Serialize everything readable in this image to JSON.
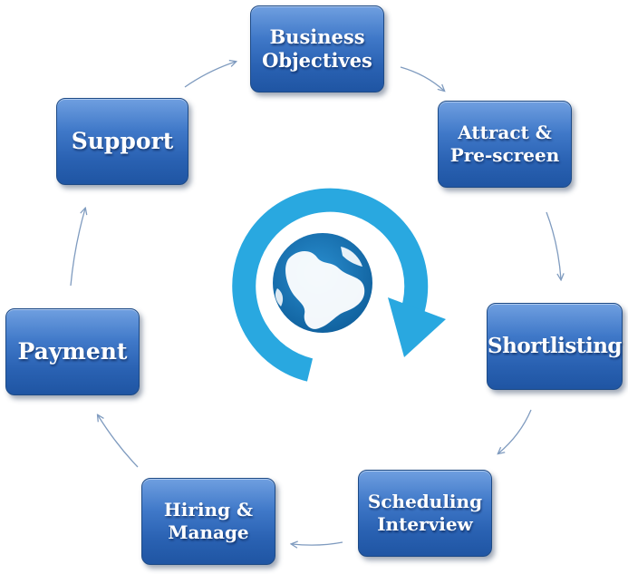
{
  "diagram": {
    "steps": [
      {
        "id": "business",
        "label": "Business\nObjectives"
      },
      {
        "id": "attract",
        "label": "Attract &\nPre-screen"
      },
      {
        "id": "shortlisting",
        "label": "Shortlisting"
      },
      {
        "id": "scheduling",
        "label": "Scheduling\nInterview"
      },
      {
        "id": "hiring",
        "label": "Hiring &\nManage"
      },
      {
        "id": "payment",
        "label": "Payment"
      },
      {
        "id": "support",
        "label": "Support"
      }
    ],
    "center_icon": "globe-refresh-icon",
    "colors": {
      "node_fill": "#2f68b8",
      "arrow": "#7f9bbf",
      "cycle_arrow": "#29a8e0",
      "globe": "#1a76b6"
    }
  }
}
